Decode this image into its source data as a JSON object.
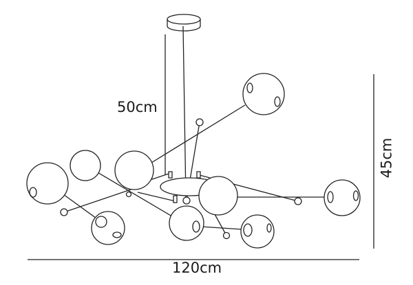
{
  "dimensions": {
    "width_label": "120cm",
    "drop_label": "50cm",
    "height_label": "45cm"
  },
  "product": {
    "globe_count": 9,
    "line_color": "#222222"
  }
}
